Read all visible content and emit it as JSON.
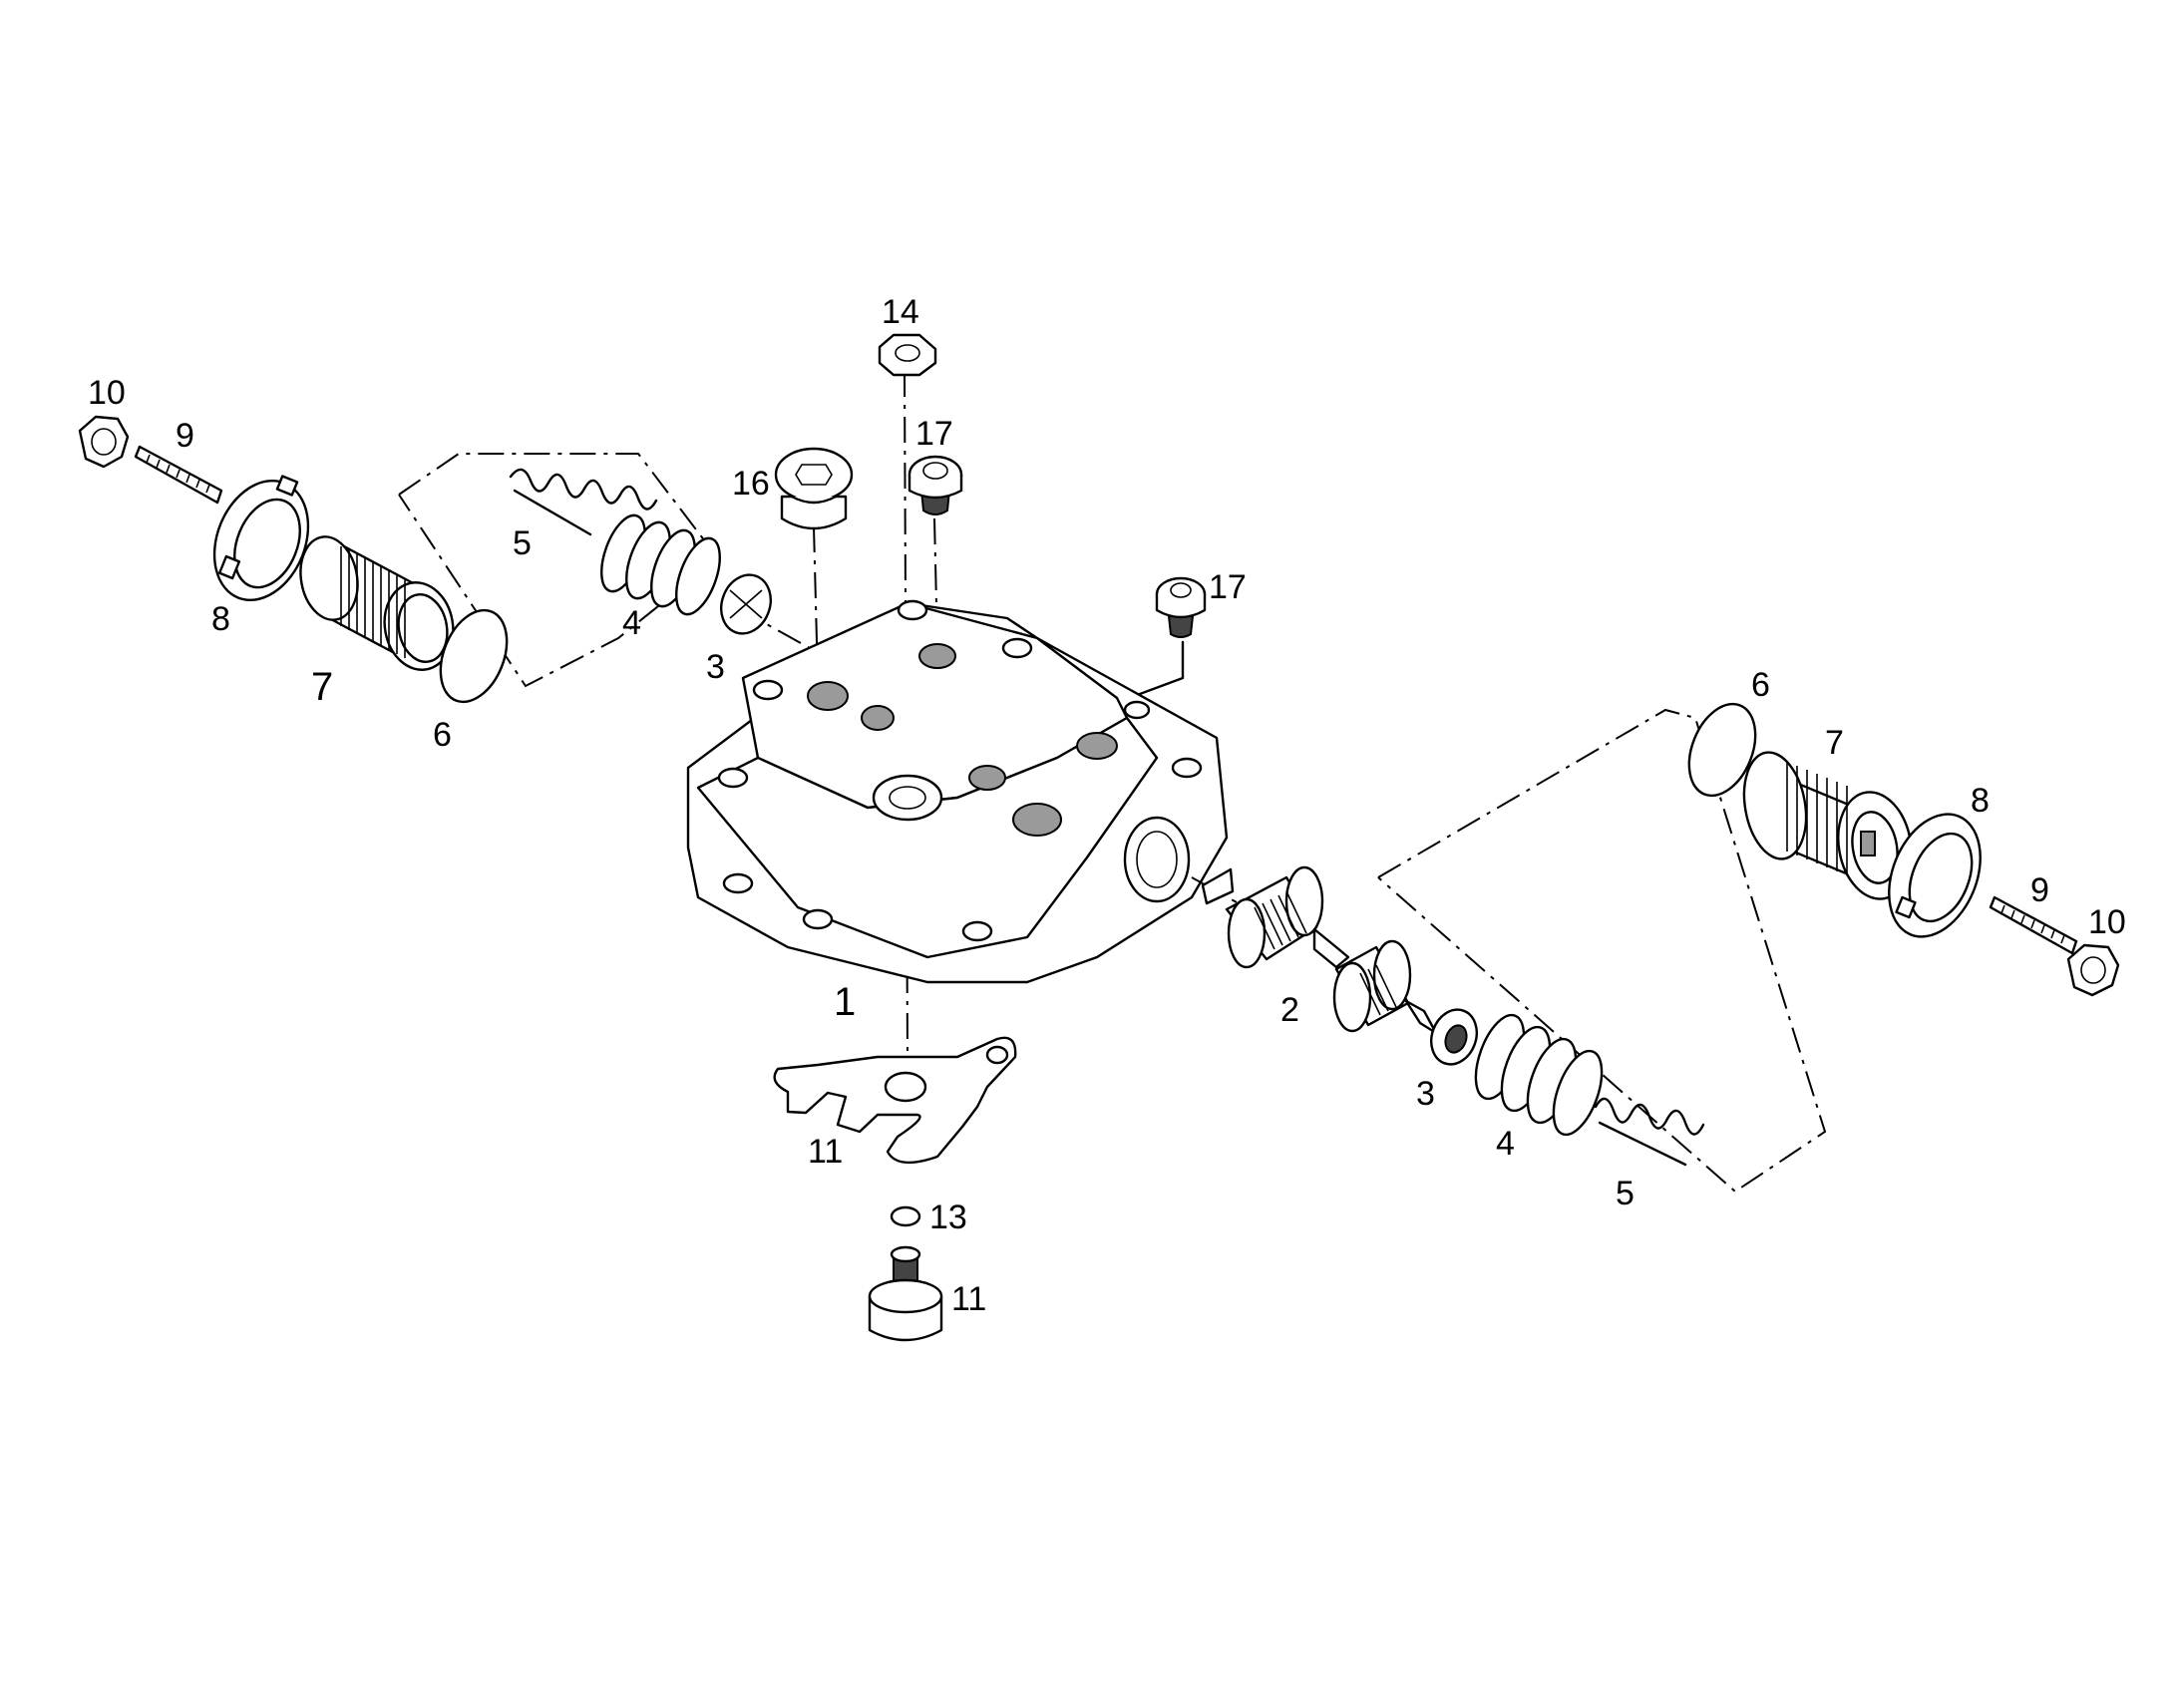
{
  "callouts": [
    {
      "id": "left-10",
      "text": "10"
    },
    {
      "id": "left-9",
      "text": "9"
    },
    {
      "id": "left-8",
      "text": "8"
    },
    {
      "id": "left-7",
      "text": "7"
    },
    {
      "id": "left-6",
      "text": "6"
    },
    {
      "id": "left-5",
      "text": "5"
    },
    {
      "id": "left-4",
      "text": "4"
    },
    {
      "id": "left-3",
      "text": "3"
    },
    {
      "id": "top-14",
      "text": "14"
    },
    {
      "id": "top-16",
      "text": "16"
    },
    {
      "id": "top-17a",
      "text": "17"
    },
    {
      "id": "top-17b",
      "text": "17"
    },
    {
      "id": "body-1",
      "text": "1"
    },
    {
      "id": "lower-11a",
      "text": "11"
    },
    {
      "id": "lower-13",
      "text": "13"
    },
    {
      "id": "lower-11b",
      "text": "11"
    },
    {
      "id": "right-2",
      "text": "2"
    },
    {
      "id": "right-3",
      "text": "3"
    },
    {
      "id": "right-4",
      "text": "4"
    },
    {
      "id": "right-5",
      "text": "5"
    },
    {
      "id": "right-6",
      "text": "6"
    },
    {
      "id": "right-7",
      "text": "7"
    },
    {
      "id": "right-8",
      "text": "8"
    },
    {
      "id": "right-9",
      "text": "9"
    },
    {
      "id": "right-10",
      "text": "10"
    }
  ]
}
